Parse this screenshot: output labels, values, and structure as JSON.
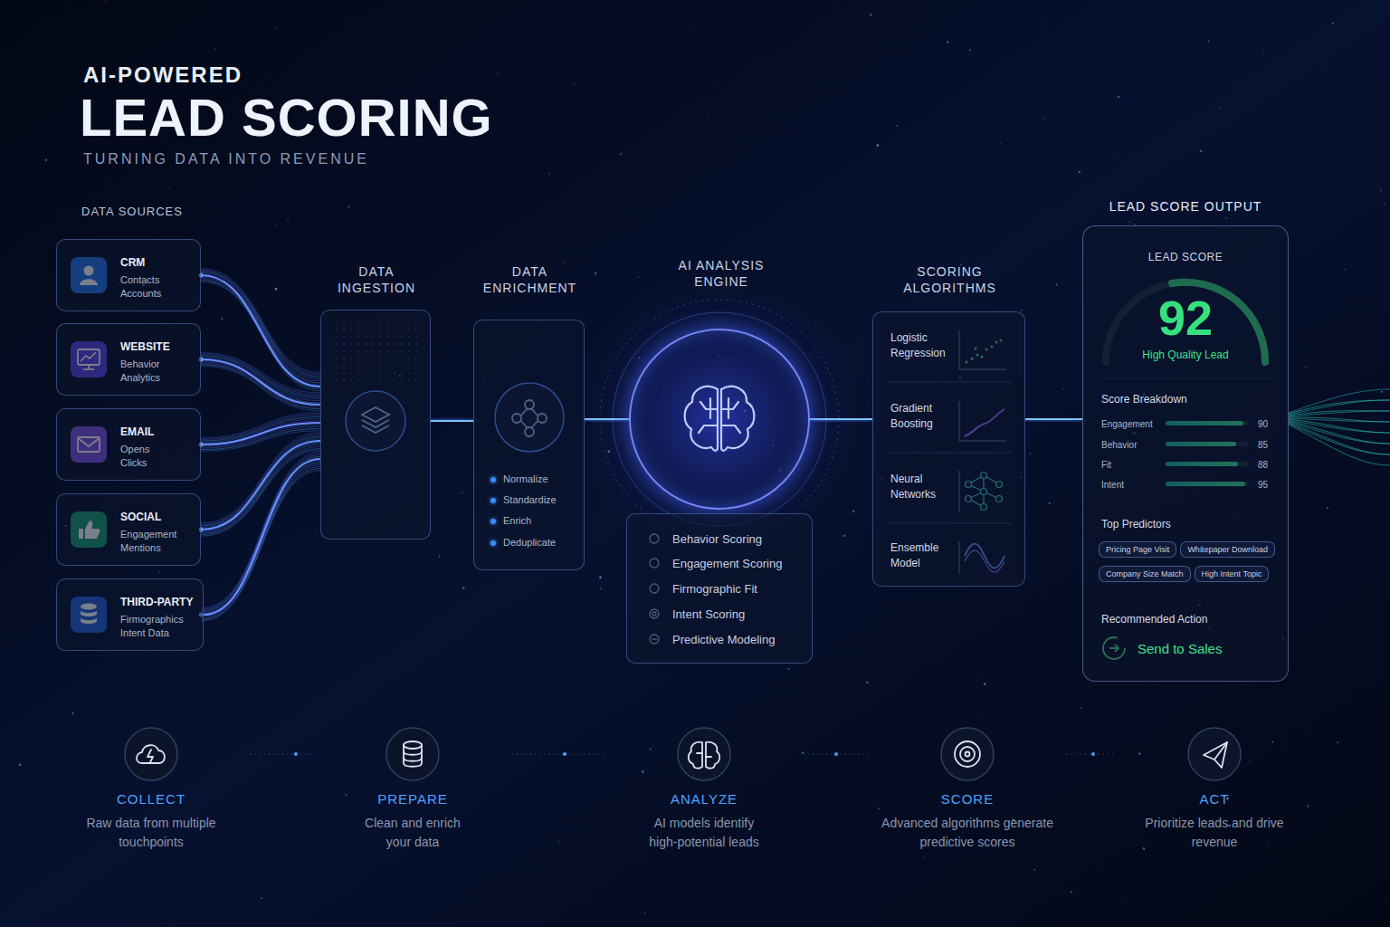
{
  "diagram": {
    "title": "LEAD SCORING",
    "nodes": [
      {
        "text": [
          "CRM",
          "Contacts Accounts"
        ]
      },
      {
        "text": [
          "WEBSITE",
          "Behavior Analytics"
        ]
      },
      {
        "text": [
          "EMAIL",
          "Opens Clicks"
        ]
      },
      {
        "text": [
          "SOCIAL",
          "Engagement Mentions"
        ]
      },
      {
        "text": [
          "THIRD-PARTY",
          "Firmographics Intent Data"
        ]
      },
      {
        "text": [
          "DATA INGESTION"
        ]
      },
      {
        "text": [
          "DATA ENRICHMENT",
          "Normalize",
          "Standardize",
          "Enrich",
          "Deduplicate"
        ]
      },
      {
        "text": [
          "AI ANALYSIS ENGINE"
        ]
      },
      {
        "text": [
          "Behavior Scoring",
          "Engagement Scoring",
          "Firmographic Fit",
          "Intent Scoring",
          "Predictive Modeling"
        ]
      },
      {
        "text": [
          "SCORING ALGORITHMS"
        ]
      },
      {
        "text": [
          "Logistic Regression"
        ],
        "in": 9
      },
      {
        "text": [
          "Gradient Boosting"
        ],
        "in": 9
      },
      {
        "text": [
          "Neural Networks"
        ],
        "in": 9
      },
      {
        "text": [
          "Ensemble Model"
        ],
        "in": 9
      },
      {
        "text": [
          "LEAD SCORE OUTPUT",
          "LEAD SCORE",
          "92",
          "High Quality Lead",
          "Score Breakdown",
          "Engagement",
          "90",
          "Behavior",
          "85",
          "Fit",
          "88",
          "Intent",
          "95",
          "Top Predictors",
          "Recommended Action",
          "Send to Sales"
        ]
      },
      {
        "text": [
          "Pricing Page Visit"
        ],
        "in": 14
      },
      {
        "text": [
          "Whitepaper Download"
        ],
        "in": 14
      },
      {
        "text": [
          "Company Size Match"
        ],
        "in": 14
      },
      {
        "text": [
          "High Intent Topic"
        ],
        "in": 14
      },
      {
        "text": [
          "COLLECT",
          "Raw data from multiple touchpoints"
        ]
      },
      {
        "text": [
          "PREPARE",
          "Clean and enrich your data"
        ]
      },
      {
        "text": [
          "ANALYZE",
          "AI models identify high-potential leads"
        ]
      },
      {
        "text": [
          "SCORE",
          "Advanced algorithms generate predictive scores"
        ]
      },
      {
        "text": [
          "ACT",
          "Prioritize leads and drive revenue"
        ]
      }
    ],
    "edges": [
      {
        "from": 0,
        "to": 5,
        "arrow": "none"
      },
      {
        "from": 1,
        "to": 5,
        "arrow": "none"
      },
      {
        "from": 2,
        "to": 5,
        "arrow": "none"
      },
      {
        "from": 3,
        "to": 5,
        "arrow": "none"
      },
      {
        "from": 4,
        "to": 5,
        "arrow": "none"
      },
      {
        "from": 5,
        "to": 6,
        "arrow": "none"
      },
      {
        "from": 6,
        "to": 7,
        "arrow": "none"
      },
      {
        "from": 7,
        "to": 9,
        "arrow": "none"
      },
      {
        "from": 9,
        "to": 14,
        "arrow": "none"
      },
      {
        "from": 19,
        "to": 20,
        "arrow": "none"
      },
      {
        "from": 20,
        "to": 21,
        "arrow": "none"
      },
      {
        "from": 21,
        "to": 22,
        "arrow": "none"
      },
      {
        "from": 22,
        "to": 23,
        "arrow": "none"
      }
    ],
    "labels": [
      "AI-POWERED",
      "TURNING DATA INTO REVENUE",
      "DATA SOURCES"
    ]
  }
}
